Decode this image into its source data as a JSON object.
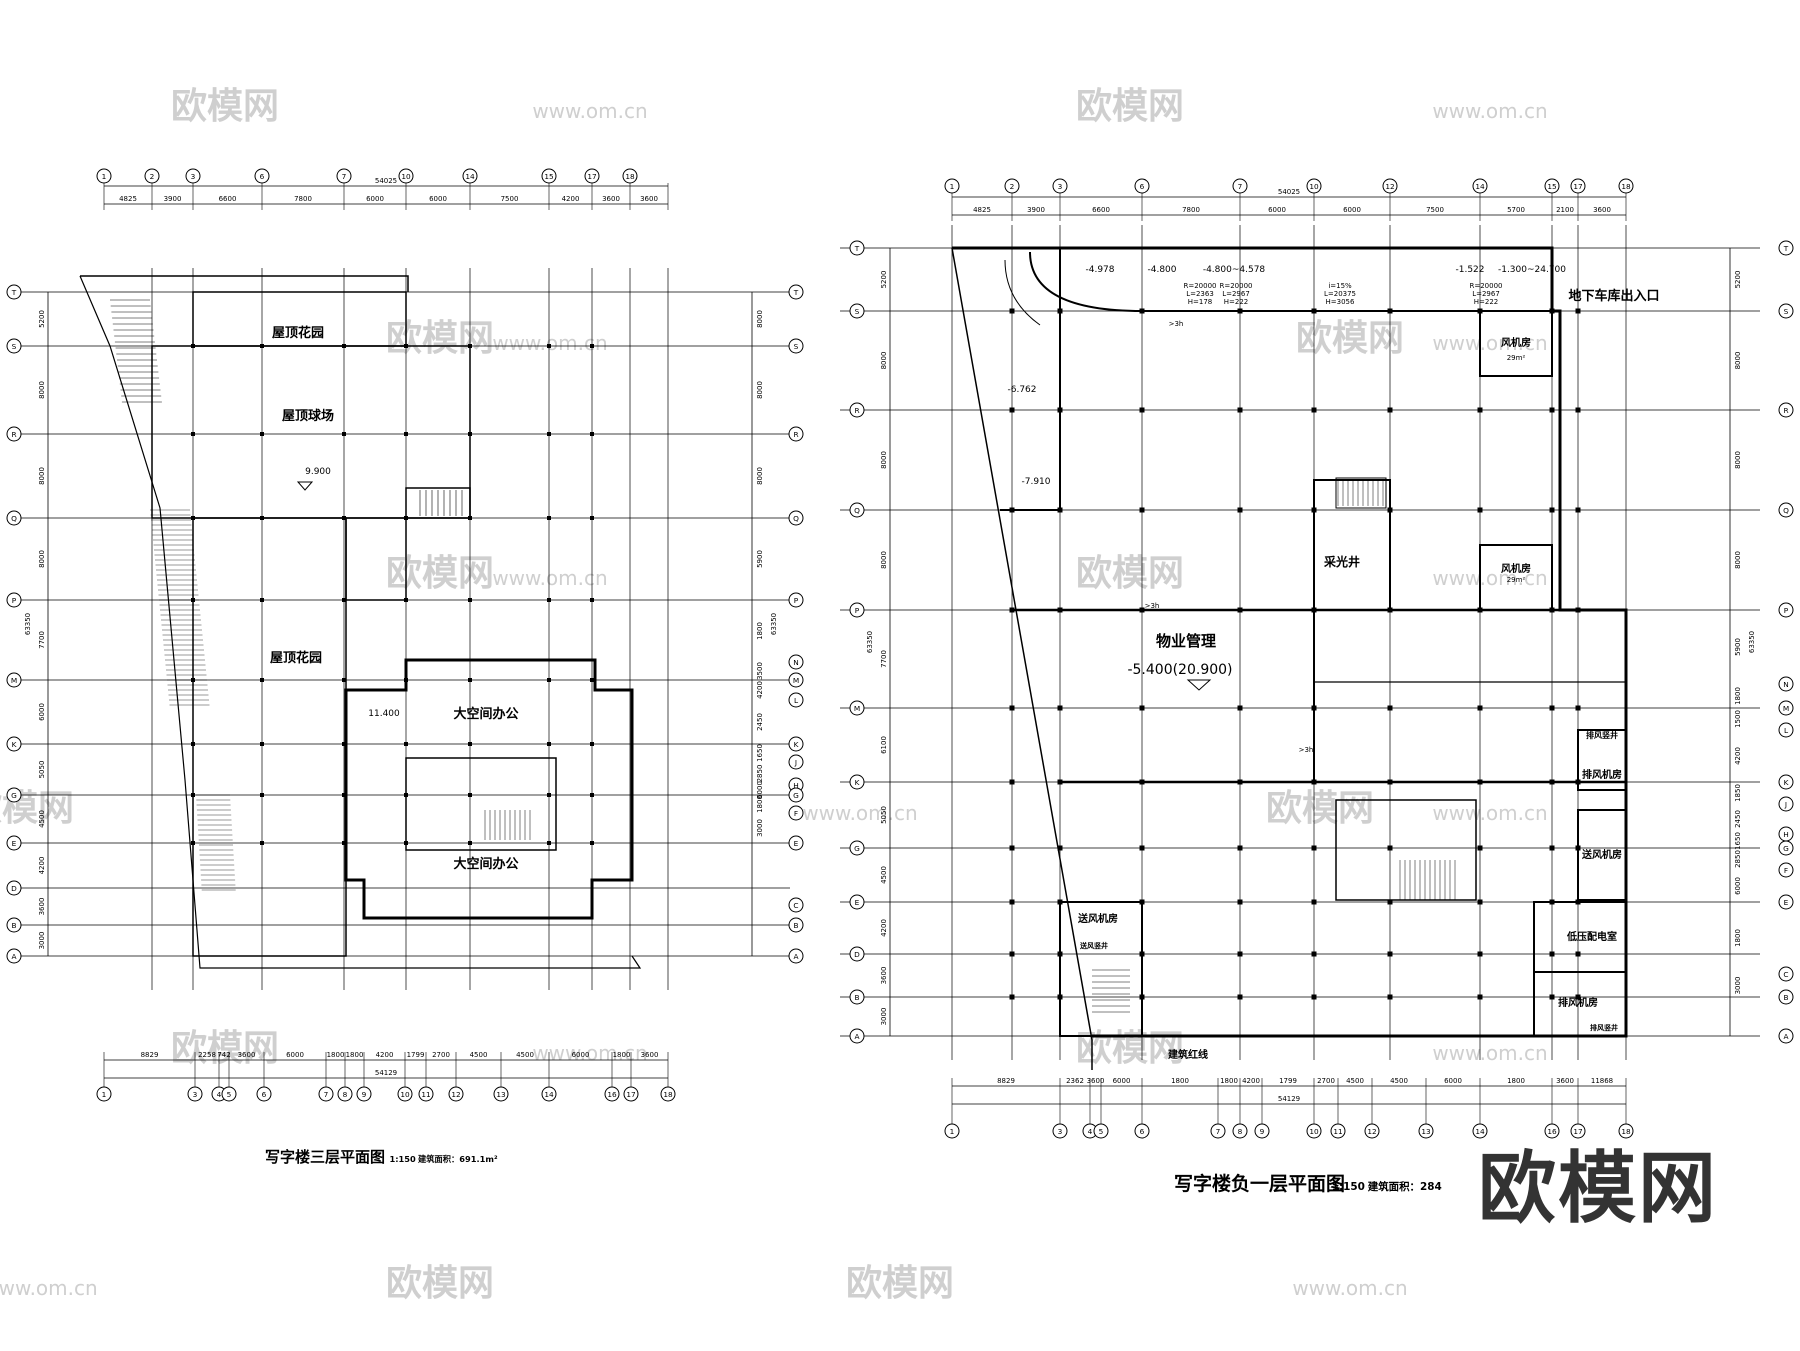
{
  "watermark": {
    "logo": "欧模网",
    "url": "www.om.cn"
  },
  "brand_logo": "欧模网",
  "plan_left": {
    "title": "写字楼三层平面图",
    "scale": "1:150",
    "area_note": "建筑面积：691.1m²",
    "top_axes": [
      "1",
      "2",
      "3",
      "6",
      "7",
      "10",
      "14",
      "15",
      "17",
      "18"
    ],
    "top_dims": [
      "4825",
      "3900",
      "6600",
      "7800",
      "6000",
      "6000",
      "7500",
      "4200",
      "3600",
      "3600"
    ],
    "top_total": "54025",
    "bottom_axes": [
      "1",
      "3",
      "4",
      "5",
      "6",
      "7",
      "8",
      "9",
      "10",
      "11",
      "12",
      "13",
      "14",
      "16",
      "17",
      "18"
    ],
    "bottom_dims": [
      "8829",
      "2258",
      "742",
      "3600",
      "6000",
      "1800",
      "1800",
      "4200",
      "1799",
      "2700",
      "4500",
      "4500",
      "6000",
      "1800",
      "3600"
    ],
    "bottom_total": "54129",
    "row_axes": [
      "T",
      "S",
      "R",
      "Q",
      "P",
      "M",
      "K",
      "G",
      "E",
      "D",
      "B",
      "A"
    ],
    "row_axes_right": [
      "T",
      "S",
      "R",
      "Q",
      "P",
      "N",
      "M",
      "L",
      "K",
      "J",
      "H",
      "G",
      "F",
      "E",
      "C",
      "B",
      "A"
    ],
    "row_dims": [
      "5200",
      "8000",
      "8000",
      "8000",
      "7700",
      "6000",
      "5050",
      "4500",
      "4200",
      "3600",
      "3000"
    ],
    "right_dims": [
      "8000",
      "8000",
      "8000",
      "5900",
      "1800",
      "3500",
      "4200",
      "2450",
      "1650",
      "2850",
      "6000",
      "1800",
      "3000"
    ],
    "total_v": "63350",
    "rooms": [
      "屋顶花园",
      "屋顶球场",
      "屋顶花园",
      "大空间办公",
      "大空间办公"
    ],
    "levels": [
      "9.900",
      "11.400"
    ]
  },
  "plan_right": {
    "title": "写字楼负一层平面图",
    "scale": "1:150",
    "area_note": "建筑面积：284",
    "top_axes": [
      "1",
      "2",
      "3",
      "6",
      "7",
      "10",
      "12",
      "14",
      "15",
      "17",
      "18"
    ],
    "top_dims": [
      "4825",
      "3900",
      "6600",
      "7800",
      "6000",
      "6000",
      "7500",
      "5700",
      "2100",
      "3600"
    ],
    "top_total": "54025",
    "bottom_axes": [
      "1",
      "3",
      "4",
      "5",
      "6",
      "7",
      "8",
      "9",
      "10",
      "11",
      "12",
      "13",
      "14",
      "16",
      "17",
      "18"
    ],
    "bottom_dims": [
      "8829",
      "2362",
      "3600",
      "6000",
      "1800",
      "1800",
      "4200",
      "1799",
      "2700",
      "4500",
      "4500",
      "6000",
      "1800",
      "3600",
      "11868"
    ],
    "bottom_total": "54129",
    "row_axes": [
      "T",
      "S",
      "R",
      "Q",
      "P",
      "M",
      "K",
      "G",
      "E",
      "D",
      "B",
      "A"
    ],
    "row_axes_right": [
      "T",
      "S",
      "R",
      "Q",
      "P",
      "N",
      "M",
      "L",
      "K",
      "J",
      "H",
      "G",
      "F",
      "E",
      "C",
      "B",
      "A"
    ],
    "row_dims": [
      "5200",
      "8000",
      "8000",
      "8000",
      "7700",
      "6100",
      "5050",
      "4500",
      "4200",
      "3600",
      "3000"
    ],
    "right_dims": [
      "5200",
      "8000",
      "8000",
      "8000",
      "5900",
      "1800",
      "1500",
      "4200",
      "1850",
      "2450",
      "1650",
      "2850",
      "6000",
      "1800",
      "3000"
    ],
    "total_v": "63350",
    "rooms": [
      "地下车库出入口",
      "风机房",
      "风机房",
      "采光井",
      "物业管理",
      "排风竖井",
      "排风机房",
      "送风机房",
      "低压配电室",
      "排风机房",
      "排风竖井",
      "送风机房",
      "送风竖井",
      "建筑红线"
    ],
    "room_areas": [
      "29m²",
      "29m²"
    ],
    "levels": [
      "-5.400(20.900)",
      "-4.978",
      "-4.800",
      "-4.800~4.578",
      "-1.522",
      "-1.300~24.700",
      "-6.762",
      "-7.910"
    ],
    "ramp_notes": [
      "R=20000",
      "L=2363",
      "H=178",
      "R=20000",
      "L=2967",
      "H=222",
      "i=15%",
      "L=20375",
      "H=3056",
      "R=20000",
      "L=2967",
      "H=222",
      ">3h",
      ">3h",
      ">3h"
    ]
  }
}
